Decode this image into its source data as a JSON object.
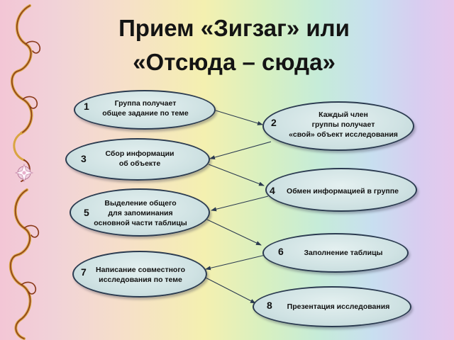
{
  "title_line1": "Прием «Зигзаг» или",
  "title_line2": "«Отсюда – сюда»",
  "steps": [
    {
      "num": "1",
      "text": "Группа получает\nобщее задание по теме"
    },
    {
      "num": "2",
      "text": "Каждый член\nгруппы получает\n«свой» объект исследования"
    },
    {
      "num": "3",
      "text": "Сбор информации\nоб объекте"
    },
    {
      "num": "4",
      "text": "Обмен информацией в группе"
    },
    {
      "num": "5",
      "text": "Выделение общего\nдля запоминания\nосновной части таблицы"
    },
    {
      "num": "6",
      "text": "Заполнение таблицы"
    },
    {
      "num": "7",
      "text": "Написание совместного\nисследования по теме"
    },
    {
      "num": "8",
      "text": "Презентация исследования"
    }
  ],
  "colors": {
    "node_border": "#2b3b50",
    "arrow": "#2b3b50",
    "ornament": "#8a3a1a",
    "ornament_gold": "#d9a441"
  }
}
